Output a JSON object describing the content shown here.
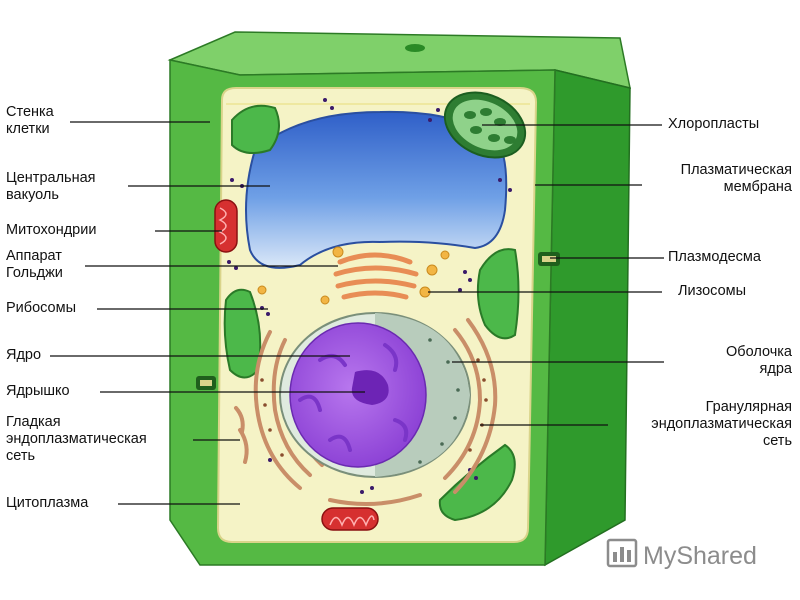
{
  "labels_left": {
    "cell_wall": [
      "Стенка",
      "клетки"
    ],
    "central_vacuole": [
      "Центральная",
      "вакуоль"
    ],
    "mitochondria": [
      "Митохондрии"
    ],
    "golgi": [
      "Аппарат",
      "Гольджи"
    ],
    "ribosomes": [
      "Рибосомы"
    ],
    "nucleus": [
      "Ядро"
    ],
    "nucleolus": [
      "Ядрышко"
    ],
    "smooth_er": [
      "Гладкая",
      "эндоплазматическая",
      "сеть"
    ],
    "cytoplasm": [
      "Цитоплазма"
    ]
  },
  "labels_right": {
    "chloroplasts": [
      "Хлоропласты"
    ],
    "plasma_membrane": [
      "Плазматическая",
      "мембрана"
    ],
    "plasmodesma": [
      "Плазмодесма"
    ],
    "lysosomes": [
      "Лизосомы"
    ],
    "nuclear_envelope": [
      "Оболочка",
      "ядра"
    ],
    "rough_er": [
      "Гранулярная",
      "эндоплазматическая",
      "сеть"
    ]
  },
  "watermark": {
    "text": "MyShared"
  },
  "colors": {
    "wall": "#4caf3a",
    "wall_dark": "#2f8a2a",
    "cytoplasm": "#f4f2c8",
    "vacuole": "#5a8fe0",
    "nucleus": "#a95ce6",
    "nucleolus": "#7a2cc0",
    "chloroplast": "#5cc05a",
    "mitochondria": "#d63030",
    "golgi": "#f0a060",
    "er": "#c9906a"
  }
}
